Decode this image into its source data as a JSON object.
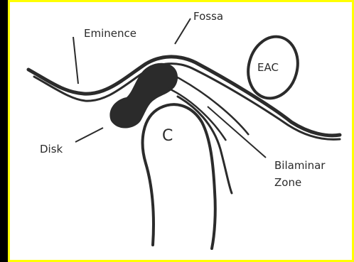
{
  "labels": {
    "eminence": "Eminence",
    "fossa": "Fossa",
    "eac": "EAC",
    "disk": "Disk",
    "condyle": "C",
    "bilaminar_line1": "Bilaminar",
    "bilaminar_line2": "Zone"
  },
  "colors": {
    "frame": "#000000",
    "border": "#ffff00",
    "background": "#ffffff",
    "ink": "#2b2b2b"
  }
}
